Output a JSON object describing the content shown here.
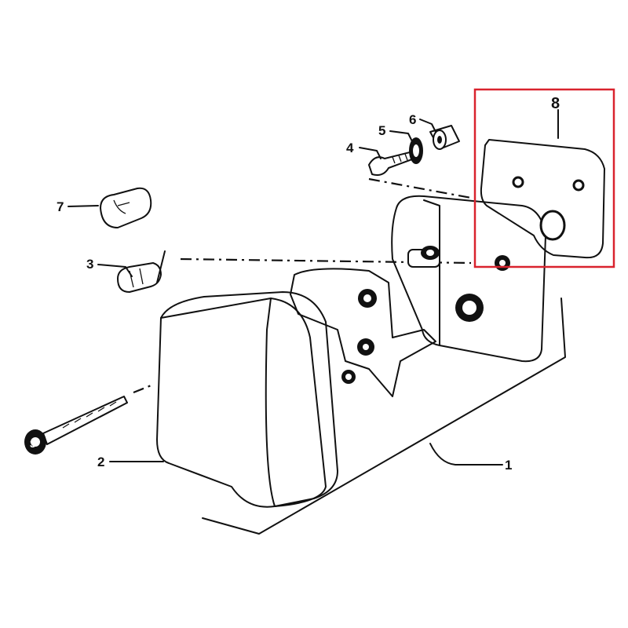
{
  "diagram": {
    "callouts": [
      {
        "id": "1",
        "label": "1"
      },
      {
        "id": "2",
        "label": "2"
      },
      {
        "id": "3a",
        "label": "3"
      },
      {
        "id": "3b",
        "label": "3"
      },
      {
        "id": "4",
        "label": "4"
      },
      {
        "id": "5",
        "label": "5"
      },
      {
        "id": "6",
        "label": "6"
      },
      {
        "id": "7",
        "label": "7"
      },
      {
        "id": "8",
        "label": "8"
      }
    ],
    "highlight_color": "#d9232e",
    "ink_color": "#111111"
  }
}
